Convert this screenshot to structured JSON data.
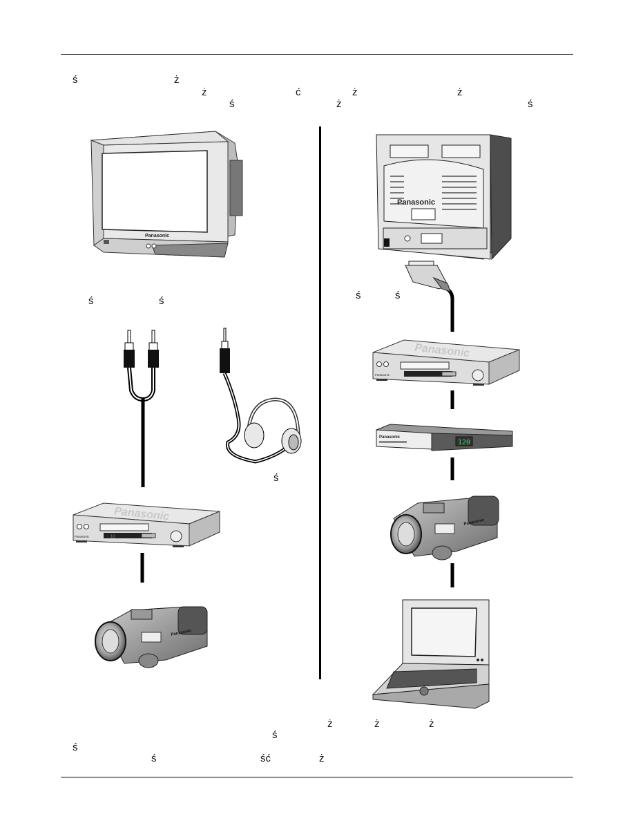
{
  "top_text": {
    "line1": [
      "ś",
      "ż"
    ],
    "line2": [
      "ż",
      "ć",
      "ż",
      "ż"
    ],
    "line3": [
      "ś",
      "ż",
      "ś"
    ]
  },
  "captions": {
    "left_label": [
      "ś",
      "ś"
    ],
    "right_label": [
      "ś",
      "ś"
    ],
    "headphones_label": "ś"
  },
  "device_text": {
    "tv_brand": "Panasonic",
    "tv_back_brand": "Panasonic",
    "vcr_brand": "Panasonic",
    "vcr_lid_brand": "Panasonic",
    "box_brand": "Panasonic",
    "box_display": "120",
    "camera_brand": "Panasonic"
  },
  "bottom_text": {
    "line1": [
      "ż",
      "ż",
      "ż"
    ],
    "line2": [
      "ś"
    ],
    "line3": [
      "ś"
    ],
    "line4": [
      "ś",
      "ść",
      "ż"
    ]
  }
}
